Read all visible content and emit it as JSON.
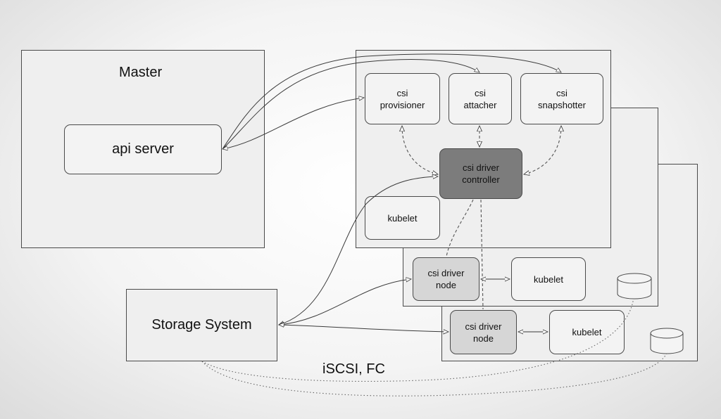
{
  "master": {
    "title": "Master",
    "api_server": "api server"
  },
  "controller_node": {
    "provisioner": "csi\nprovisioner",
    "attacher": "csi\nattacher",
    "snapshotter": "csi\nsnapshotter",
    "driver_controller": "csi driver\ncontroller",
    "kubelet": "kubelet"
  },
  "worker_node_1": {
    "driver_node": "csi driver\nnode",
    "kubelet": "kubelet"
  },
  "worker_node_2": {
    "driver_node": "csi driver\nnode",
    "kubelet": "kubelet"
  },
  "storage": {
    "title": "Storage System",
    "protocol": "iSCSI, FC"
  },
  "colors": {
    "panel": "#efefef",
    "driver_controller": "#7c7c7c",
    "driver_node": "#d6d6d6",
    "line": "#3a3a3a"
  }
}
